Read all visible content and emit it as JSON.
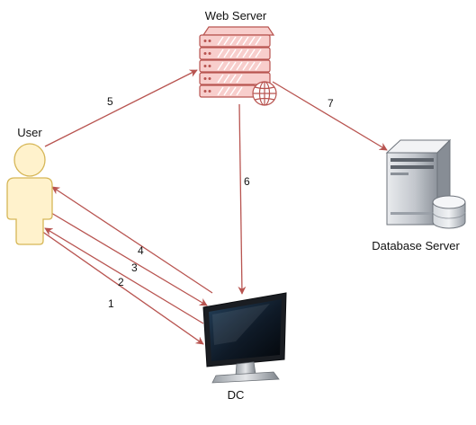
{
  "nodes": {
    "web_server": {
      "label": "Web Server",
      "color": "#b85450",
      "fill": "#f8cecc"
    },
    "user": {
      "label": "User",
      "color": "#d6b656",
      "fill": "#fff2cc"
    },
    "database_server": {
      "label": "Database Server"
    },
    "dc": {
      "label": "DC"
    }
  },
  "edges": [
    {
      "label": "1",
      "from": "user",
      "to": "dc"
    },
    {
      "label": "2",
      "from": "dc",
      "to": "user"
    },
    {
      "label": "3",
      "from": "user",
      "to": "dc"
    },
    {
      "label": "4",
      "from": "dc",
      "to": "user"
    },
    {
      "label": "5",
      "from": "user",
      "to": "web_server"
    },
    {
      "label": "6",
      "from": "web_server",
      "to": "dc"
    },
    {
      "label": "7",
      "from": "web_server",
      "to": "database_server"
    }
  ],
  "colors": {
    "edge": "#b85450"
  }
}
